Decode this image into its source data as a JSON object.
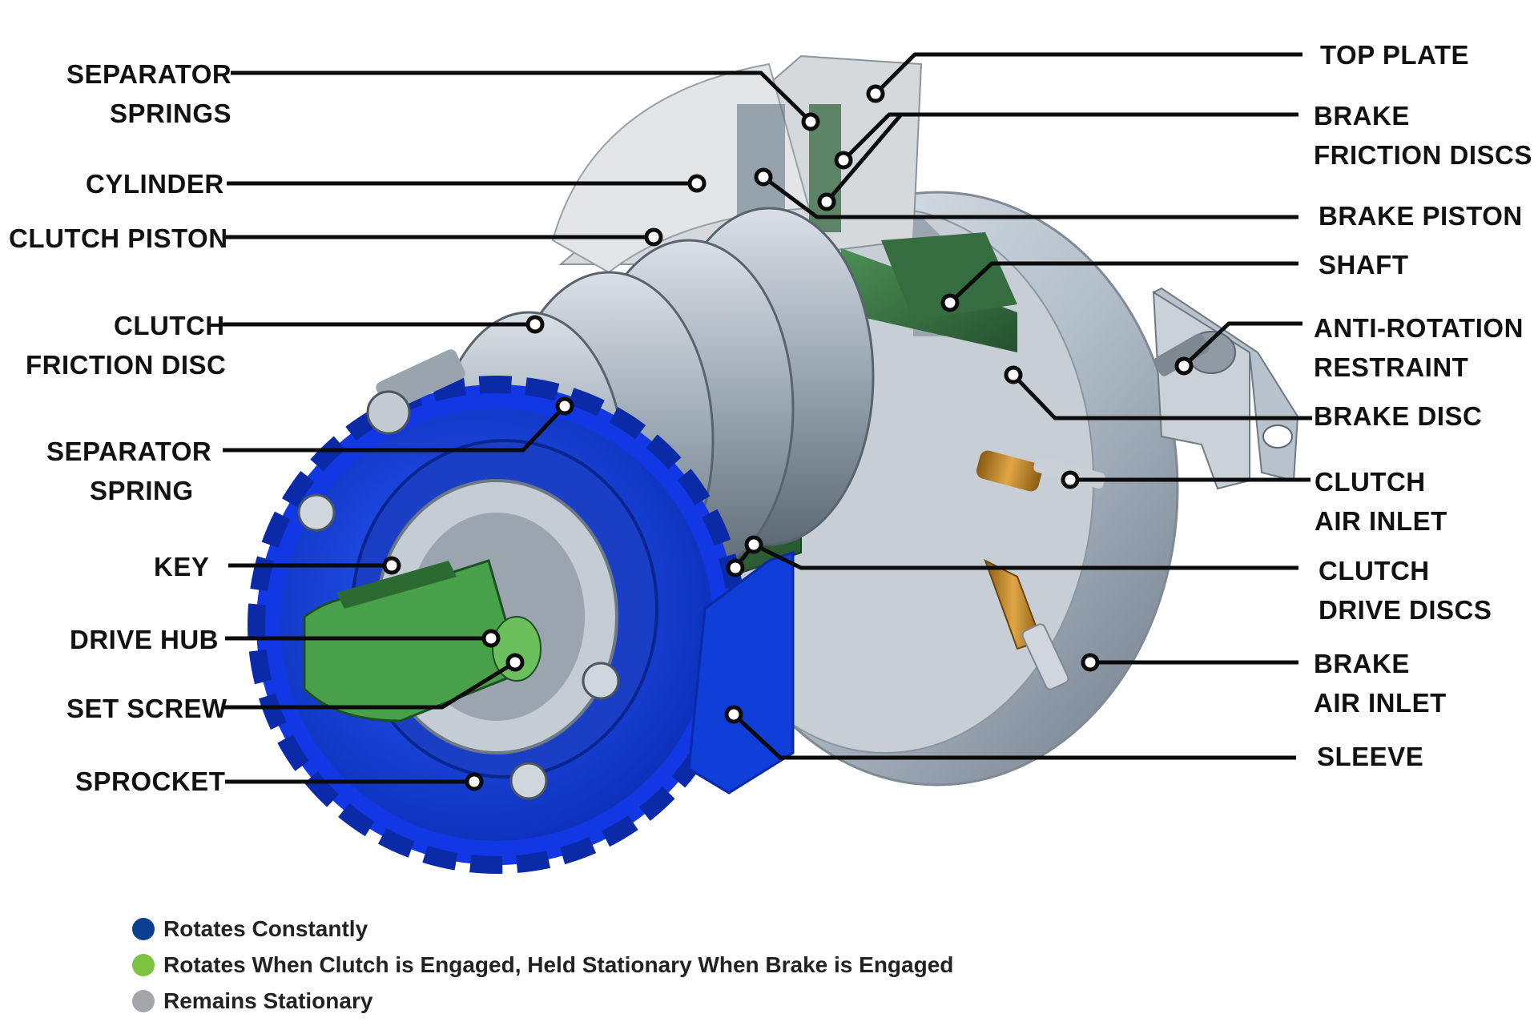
{
  "diagram": {
    "labels_left": {
      "separator_springs": [
        "SEPARATOR",
        "SPRINGS"
      ],
      "cylinder": [
        "CYLINDER"
      ],
      "clutch_piston": [
        "CLUTCH PISTON"
      ],
      "clutch_friction_disc": [
        "CLUTCH",
        "FRICTION DISC"
      ],
      "separator_spring": [
        "SEPARATOR",
        "SPRING"
      ],
      "key": [
        "KEY"
      ],
      "drive_hub": [
        "DRIVE HUB"
      ],
      "set_screw": [
        "SET SCREW"
      ],
      "sprocket": [
        "SPROCKET"
      ]
    },
    "labels_right": {
      "top_plate": [
        "TOP PLATE"
      ],
      "brake_friction_discs": [
        "BRAKE",
        "FRICTION DISCS"
      ],
      "brake_piston": [
        "BRAKE PISTON"
      ],
      "shaft": [
        "SHAFT"
      ],
      "anti_rotation_restraint": [
        "ANTI-ROTATION",
        "RESTRAINT"
      ],
      "brake_disc": [
        "BRAKE DISC"
      ],
      "clutch_air_inlet": [
        "CLUTCH",
        "AIR INLET"
      ],
      "clutch_drive_discs": [
        "CLUTCH",
        "DRIVE DISCS"
      ],
      "brake_air_inlet": [
        "BRAKE",
        "AIR INLET"
      ],
      "sleeve": [
        "SLEEVE"
      ]
    },
    "colors": {
      "rotates_constantly": "#0a3f8f",
      "clutch_engaged": "#7dc242",
      "stationary": "#a3a5a8",
      "sprocket_blue": "#1238e6",
      "green_parts": "#3f7a4a",
      "steel": "#b9c4cf",
      "leader_line": "#0b0b0b"
    }
  },
  "legend": {
    "items": [
      {
        "label": "Rotates Constantly",
        "color": "#0a3f8f",
        "icon": "dark-blue-dot"
      },
      {
        "label": "Rotates When Clutch is Engaged, Held Stationary When Brake is Engaged",
        "color": "#7dc242",
        "icon": "green-dot"
      },
      {
        "label": "Remains Stationary",
        "color": "#a3a5a8",
        "icon": "gray-dot"
      }
    ]
  }
}
